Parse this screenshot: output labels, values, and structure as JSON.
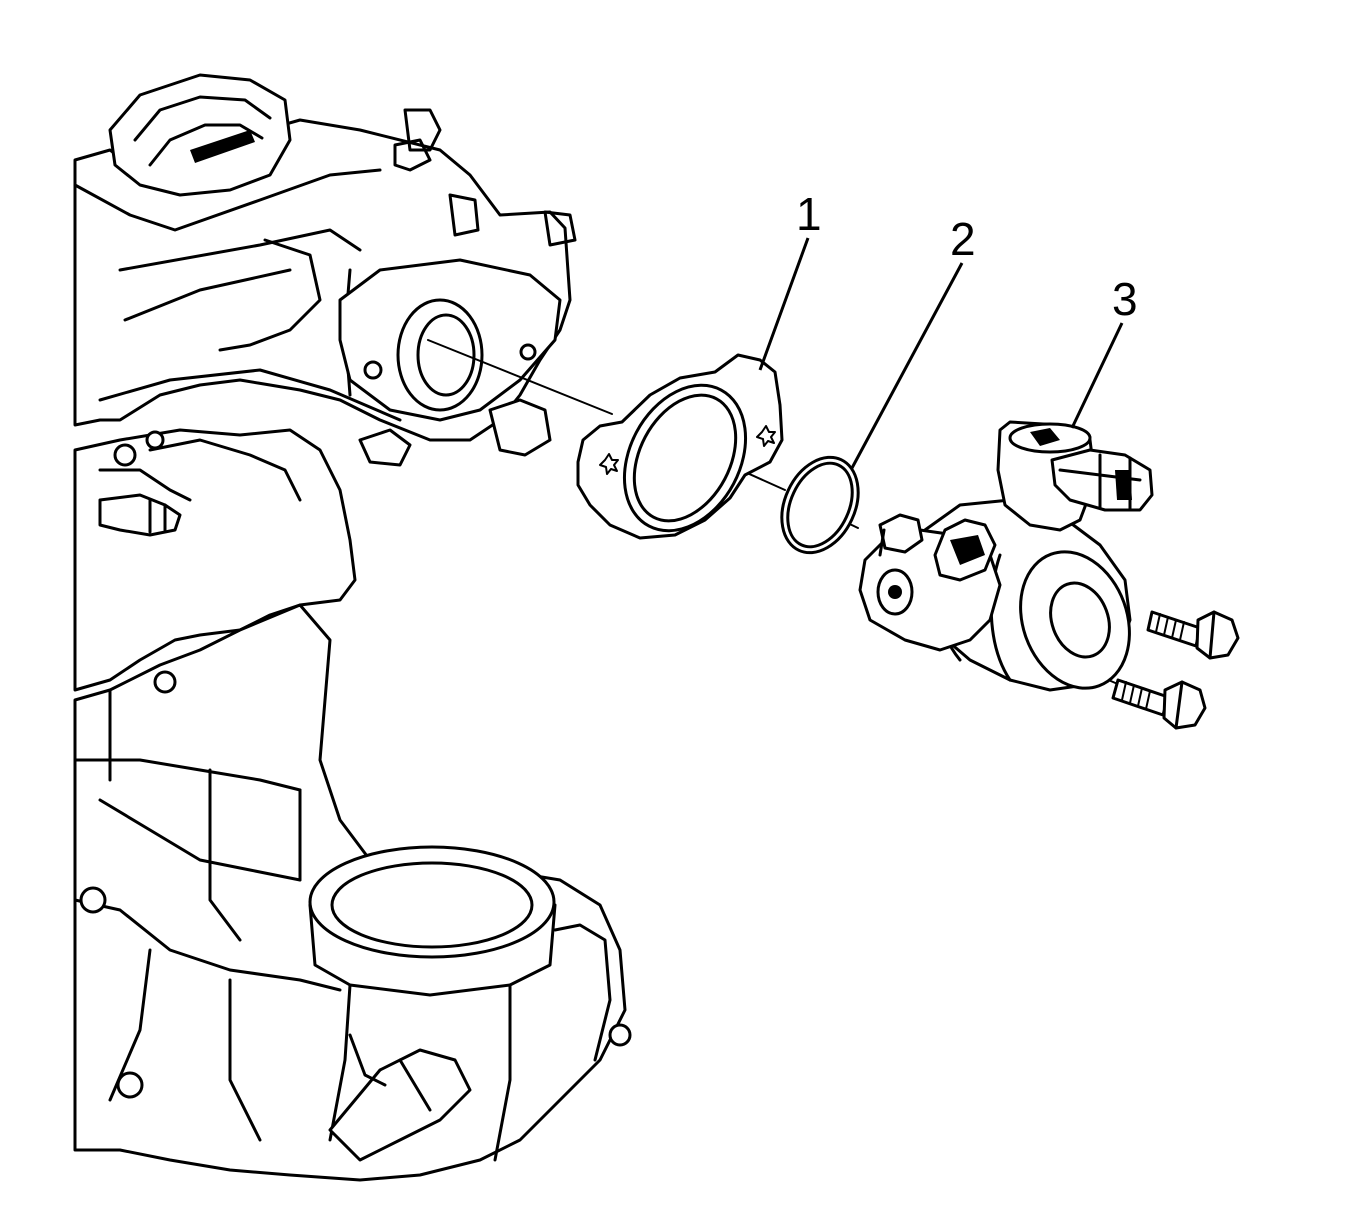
{
  "callouts": [
    {
      "id": "1",
      "label": "1"
    },
    {
      "id": "2",
      "label": "2"
    },
    {
      "id": "3",
      "label": "3"
    }
  ],
  "colors": {
    "line": "#000000",
    "background": "#ffffff"
  },
  "icons": [
    "engine-block-icon",
    "oil-filler-cap-icon",
    "gasket-icon",
    "o-ring-icon",
    "fuel-pump-icon",
    "bolt-icon"
  ]
}
